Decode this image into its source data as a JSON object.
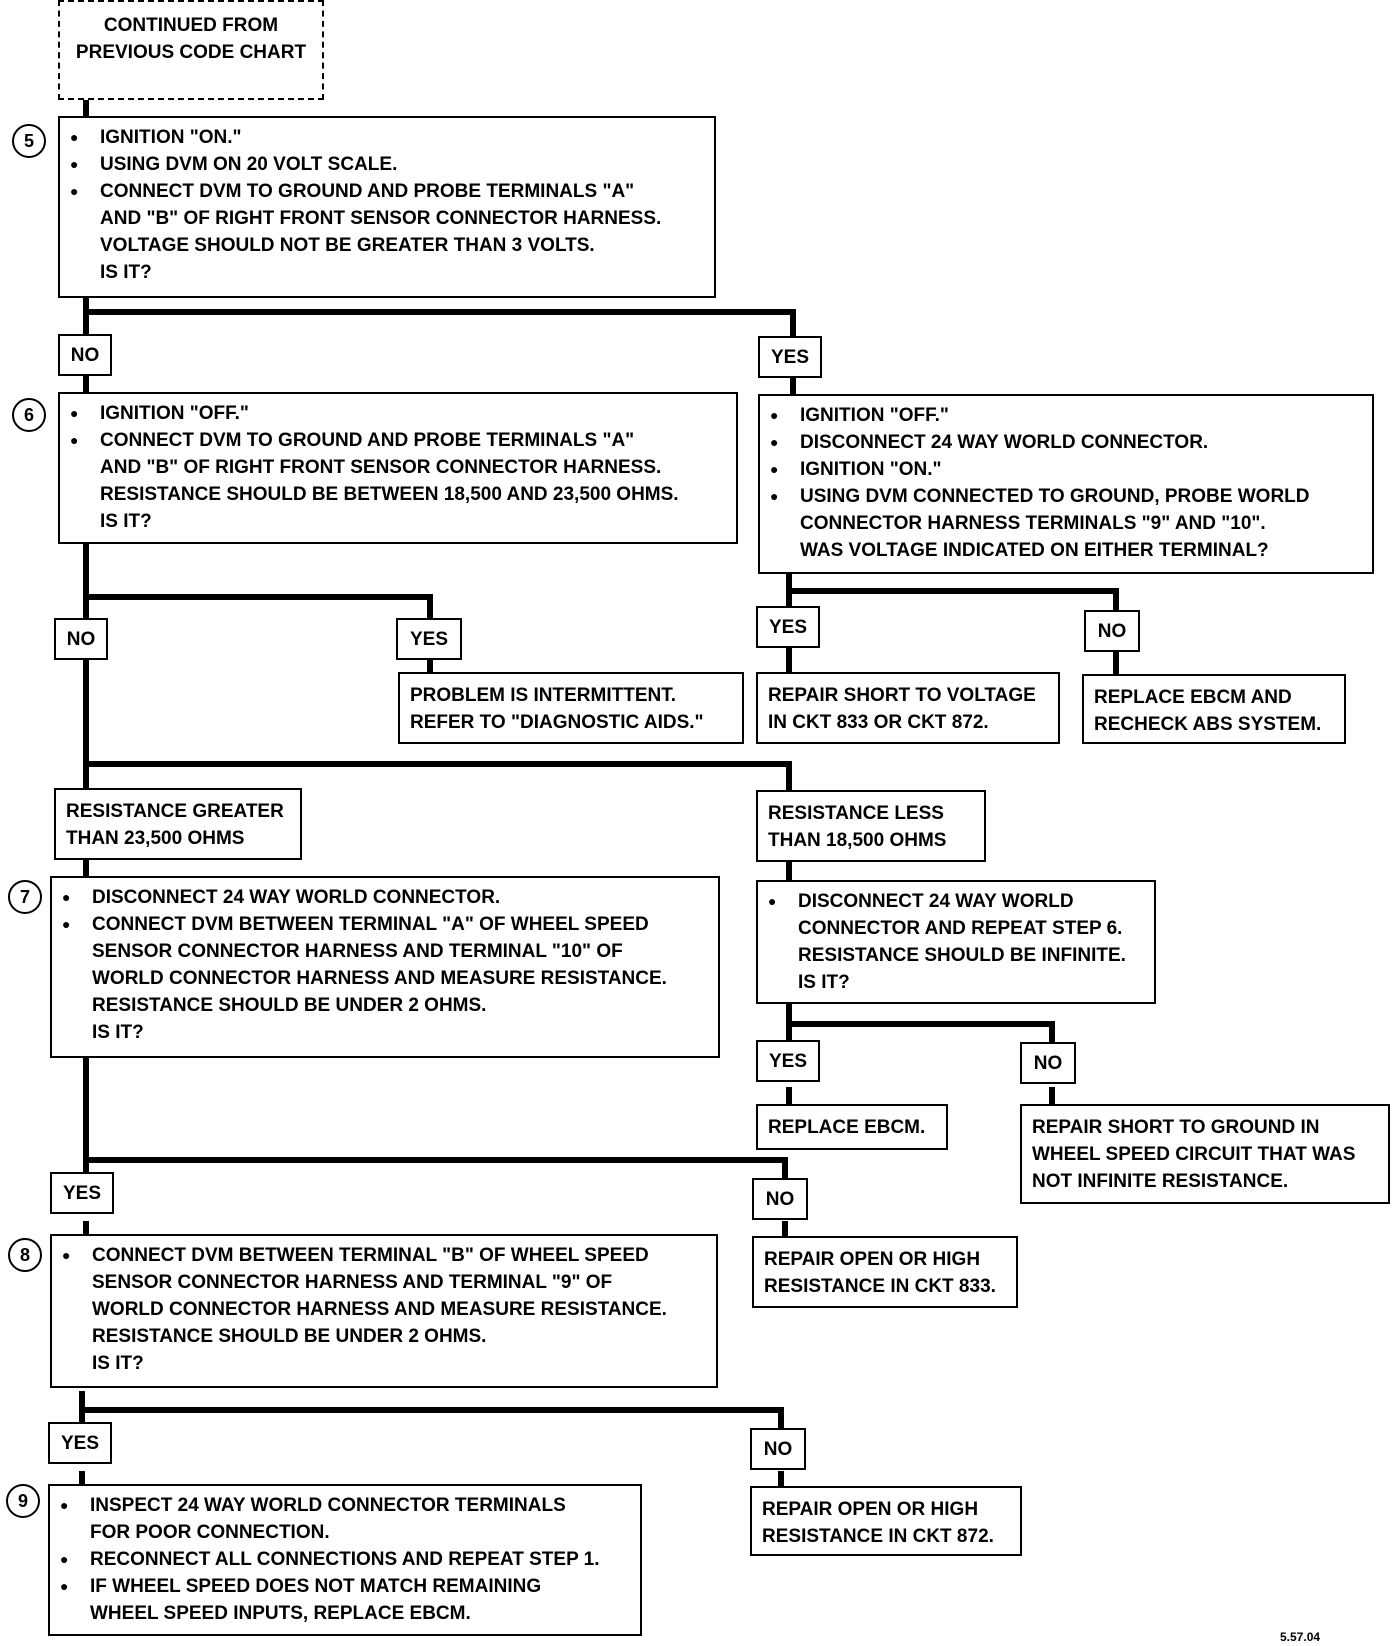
{
  "top_box": {
    "lines": [
      "CONTINUED FROM",
      "PREVIOUS CODE CHART"
    ]
  },
  "steps": {
    "s5": "5",
    "s6": "6",
    "s7": "7",
    "s8": "8",
    "s9": "9"
  },
  "box5": {
    "bullets": [
      "IGNITION \"ON.\"",
      "USING DVM ON 20 VOLT SCALE.",
      "CONNECT DVM TO GROUND AND PROBE TERMINALS \"A\""
    ],
    "cont": [
      "AND \"B\" OF RIGHT FRONT SENSOR CONNECTOR HARNESS.",
      "VOLTAGE SHOULD NOT BE GREATER THAN 3 VOLTS.",
      "IS IT?"
    ]
  },
  "labels": {
    "s5_no": "NO",
    "s5_yes": "YES",
    "s6_no": "NO",
    "s6_yes": "YES",
    "sY_yes": "YES",
    "sY_no": "NO",
    "res_greater": [
      "RESISTANCE GREATER",
      "THAN 23,500 OHMS"
    ],
    "res_less": [
      "RESISTANCE LESS",
      "THAN 18,500 OHMS"
    ],
    "sL_yes": "YES",
    "sL_no": "NO",
    "s7_yes": "YES",
    "s7_no": "NO",
    "s8_yes": "YES",
    "s8_no": "NO"
  },
  "box6": {
    "bullets": [
      "IGNITION \"OFF.\"",
      "CONNECT DVM TO GROUND AND PROBE TERMINALS \"A\""
    ],
    "cont": [
      "AND \"B\" OF RIGHT FRONT SENSOR CONNECTOR HARNESS.",
      "RESISTANCE SHOULD BE BETWEEN 18,500 AND 23,500 OHMS.",
      "IS IT?"
    ]
  },
  "box_yes5": {
    "bullets": [
      "IGNITION \"OFF.\"",
      "DISCONNECT 24 WAY WORLD CONNECTOR.",
      "IGNITION \"ON.\"",
      "USING DVM CONNECTED TO GROUND, PROBE WORLD"
    ],
    "cont": [
      "CONNECTOR HARNESS TERMINALS \"9\" AND \"10\".",
      "WAS VOLTAGE INDICATED ON EITHER TERMINAL?"
    ]
  },
  "box_intermittent": {
    "lines": [
      "PROBLEM IS INTERMITTENT.",
      "REFER TO \"DIAGNOSTIC AIDS.\""
    ]
  },
  "box_short_voltage": {
    "lines": [
      "REPAIR SHORT TO VOLTAGE",
      "IN CKT 833 OR CKT 872."
    ]
  },
  "box_replace_recheck": {
    "lines": [
      "REPLACE EBCM AND",
      "RECHECK ABS SYSTEM."
    ]
  },
  "box7": {
    "bullets": [
      "DISCONNECT 24 WAY WORLD CONNECTOR.",
      "CONNECT DVM BETWEEN TERMINAL \"A\" OF WHEEL SPEED"
    ],
    "cont": [
      "SENSOR CONNECTOR HARNESS AND TERMINAL \"10\" OF",
      "WORLD CONNECTOR HARNESS AND MEASURE RESISTANCE.",
      "RESISTANCE SHOULD BE UNDER 2 OHMS.",
      "IS IT?"
    ]
  },
  "box_less": {
    "bullets": [
      "DISCONNECT 24 WAY WORLD"
    ],
    "cont": [
      "CONNECTOR AND REPEAT STEP 6.",
      "RESISTANCE SHOULD BE INFINITE.",
      "IS IT?"
    ]
  },
  "box_replace_ebcm": {
    "lines": [
      "REPLACE EBCM."
    ]
  },
  "box_short_ground": {
    "lines": [
      "REPAIR SHORT TO GROUND IN",
      "WHEEL SPEED CIRCUIT THAT WAS",
      "NOT INFINITE RESISTANCE."
    ]
  },
  "box_open833": {
    "lines": [
      "REPAIR OPEN OR HIGH",
      "RESISTANCE IN CKT 833."
    ]
  },
  "box8": {
    "bullets": [
      "CONNECT DVM BETWEEN TERMINAL \"B\" OF WHEEL SPEED"
    ],
    "cont": [
      "SENSOR CONNECTOR HARNESS AND TERMINAL \"9\" OF",
      "WORLD CONNECTOR HARNESS AND MEASURE RESISTANCE.",
      "RESISTANCE SHOULD BE UNDER 2 OHMS.",
      "IS IT?"
    ]
  },
  "box9": {
    "b1": "INSPECT 24 WAY WORLD CONNECTOR TERMINALS",
    "b1c": "FOR POOR CONNECTION.",
    "b2": "RECONNECT ALL CONNECTIONS AND REPEAT STEP 1.",
    "b3": "IF WHEEL SPEED DOES NOT MATCH REMAINING",
    "b3c": "WHEEL SPEED INPUTS, REPLACE EBCM."
  },
  "box_open872": {
    "lines": [
      "REPAIR OPEN OR HIGH",
      "RESISTANCE IN CKT 872."
    ]
  },
  "footer_code": "5.57.04"
}
